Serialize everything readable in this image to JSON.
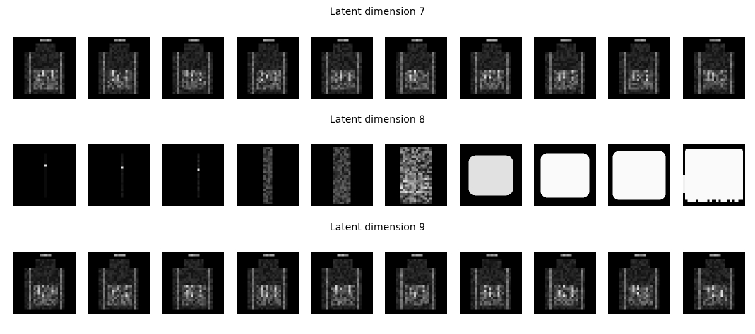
{
  "rows": [
    {
      "title": "Latent dimension 7",
      "variant": "shirt",
      "tiles": [
        {
          "brightness": 1.0
        },
        {
          "brightness": 1.0
        },
        {
          "brightness": 1.0
        },
        {
          "brightness": 1.0
        },
        {
          "brightness": 1.0
        },
        {
          "brightness": 1.0
        },
        {
          "brightness": 1.0
        },
        {
          "brightness": 1.0
        },
        {
          "brightness": 1.0
        },
        {
          "brightness": 1.0
        }
      ]
    },
    {
      "title": "Latent dimension 8",
      "variant": "sweep",
      "tiles": [
        {
          "stage": 0
        },
        {
          "stage": 1
        },
        {
          "stage": 2
        },
        {
          "stage": 3
        },
        {
          "stage": 4
        },
        {
          "stage": 5
        },
        {
          "stage": 6
        },
        {
          "stage": 7
        },
        {
          "stage": 8
        },
        {
          "stage": 9
        }
      ]
    },
    {
      "title": "Latent dimension 9",
      "variant": "shirt",
      "tiles": [
        {
          "brightness": 1.0
        },
        {
          "brightness": 1.0
        },
        {
          "brightness": 1.0
        },
        {
          "brightness": 1.0
        },
        {
          "brightness": 1.0
        },
        {
          "brightness": 1.0
        },
        {
          "brightness": 1.0
        },
        {
          "brightness": 1.0
        },
        {
          "brightness": 1.0
        },
        {
          "brightness": 1.0
        }
      ]
    }
  ]
}
